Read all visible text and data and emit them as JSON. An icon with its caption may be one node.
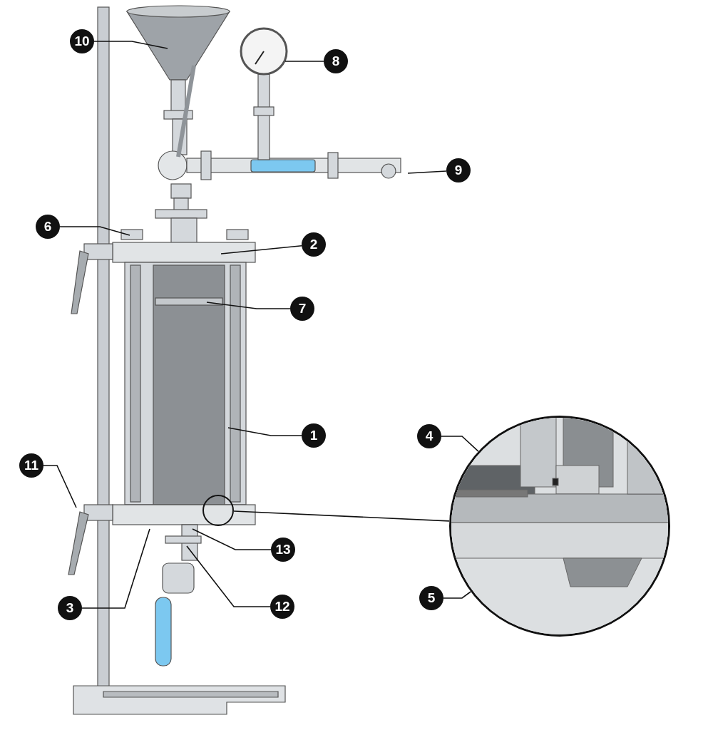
{
  "diagram": {
    "nodes": [
      {
        "text": [
          "10"
        ]
      },
      {
        "text": [
          "8"
        ]
      },
      {
        "text": [
          "9"
        ]
      },
      {
        "text": [
          "6"
        ]
      },
      {
        "text": [
          "2"
        ]
      },
      {
        "text": [
          "7"
        ]
      },
      {
        "text": [
          "1"
        ]
      },
      {
        "text": [
          "4"
        ]
      },
      {
        "text": [
          "11"
        ]
      },
      {
        "text": [
          "5"
        ]
      },
      {
        "text": [
          "13"
        ]
      },
      {
        "text": [
          "3"
        ]
      },
      {
        "text": [
          "12"
        ]
      },
      {
        "text": [],
        "shape": "circle"
      },
      {
        "text": [],
        "shape": "circle"
      }
    ],
    "edges": [
      {
        "from": 0,
        "to": null,
        "arrow": "none"
      },
      {
        "from": 1,
        "to": null,
        "arrow": "none"
      },
      {
        "from": 2,
        "to": null,
        "arrow": "none"
      },
      {
        "from": 3,
        "to": null,
        "arrow": "none"
      },
      {
        "from": 4,
        "to": null,
        "arrow": "none"
      },
      {
        "from": 5,
        "to": null,
        "arrow": "none"
      },
      {
        "from": 6,
        "to": null,
        "arrow": "none"
      },
      {
        "from": 7,
        "to": 14,
        "arrow": "none"
      },
      {
        "from": 8,
        "to": null,
        "arrow": "none"
      },
      {
        "from": 9,
        "to": 14,
        "arrow": "none"
      },
      {
        "from": 10,
        "to": null,
        "arrow": "none"
      },
      {
        "from": 11,
        "to": null,
        "arrow": "none"
      },
      {
        "from": 12,
        "to": null,
        "arrow": "none"
      },
      {
        "from": 13,
        "to": 14,
        "arrow": "none"
      }
    ]
  }
}
